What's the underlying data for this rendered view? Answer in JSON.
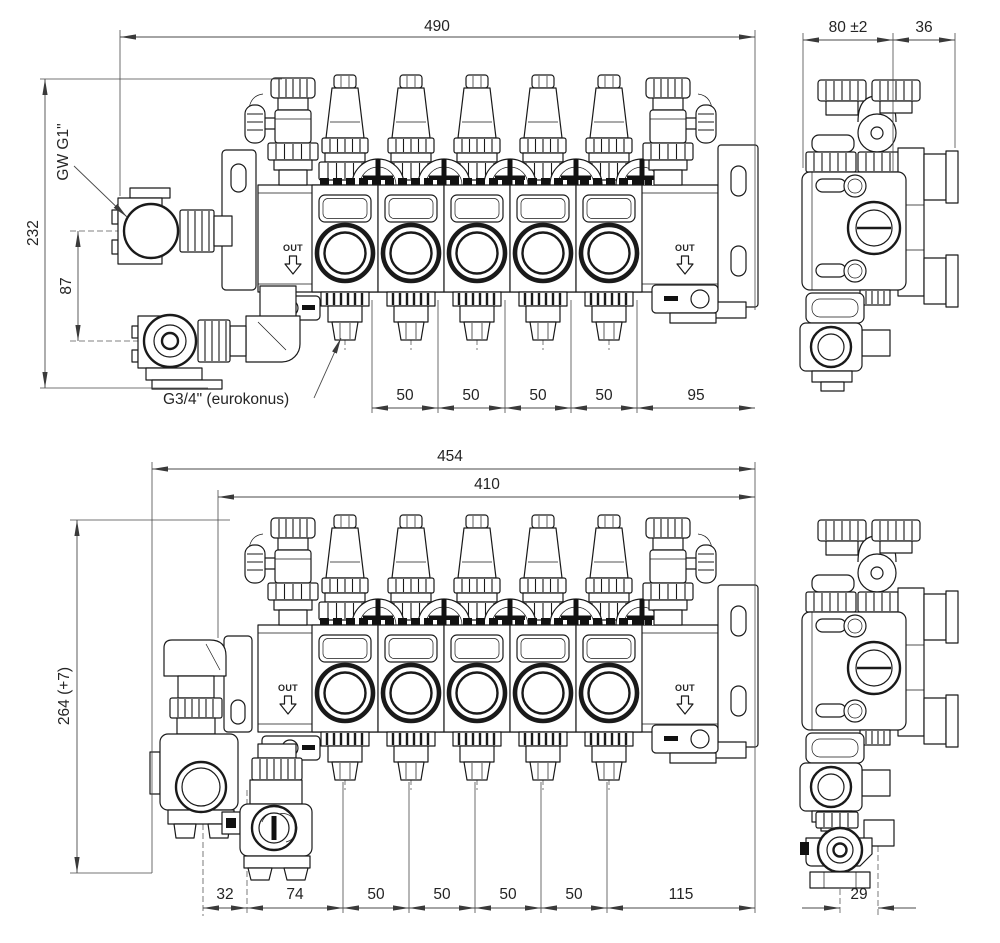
{
  "views": {
    "front_top": {
      "dim_width": "490",
      "dim_height": "232",
      "dim_inlet_offset": "87",
      "label_inlet_thread": "GW G1\"",
      "label_outlet_thread": "G3/4\" (eurokonus)",
      "label_flow_left": "OUT",
      "label_flow_right": "OUT",
      "dim_spacings": [
        "50",
        "50",
        "50",
        "50",
        "95"
      ]
    },
    "side_top": {
      "dim_depth": "80 ±2",
      "dim_bracket_depth": "36"
    },
    "front_bottom": {
      "dim_width_overall": "454",
      "dim_width_inner": "410",
      "dim_height": "264 (+7)",
      "label_flow_left": "OUT",
      "label_flow_right": "OUT",
      "dim_spacings": [
        "32",
        "74",
        "50",
        "50",
        "50",
        "50",
        "115"
      ]
    },
    "side_bottom": {
      "dim_offset": "29"
    }
  },
  "colors": {
    "line": "#1a1a1a",
    "dim_line": "#4a4a4a",
    "text": "#242424",
    "background": "#ffffff"
  }
}
